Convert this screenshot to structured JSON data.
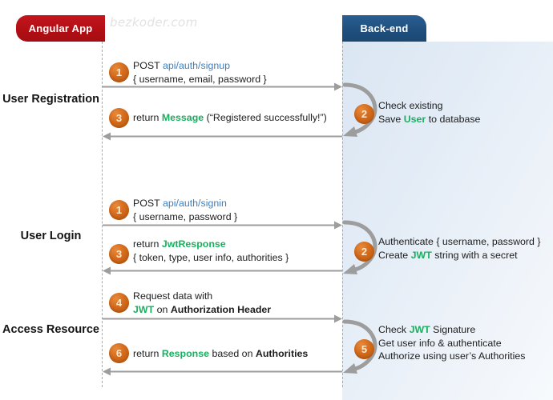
{
  "diagram": {
    "title_left": "Angular App",
    "title_right": "Back-end",
    "watermark": "bezkoder.com",
    "colors": {
      "client_badge": "#b20f15",
      "server_badge": "#1f4f7e",
      "bubble": "#d2691b",
      "api_link": "#3f7fbf",
      "highlight": "#18b05f",
      "arrow": "#9d9d9d",
      "panel": "#dbe6f3"
    },
    "sections": [
      {
        "line1": "User",
        "line2": "Registration"
      },
      {
        "line1": "User",
        "line2": "Login"
      },
      {
        "line1": "Access",
        "line2": "Resource"
      }
    ],
    "steps": [
      {
        "id": "signup-request",
        "number": "1",
        "side": "client",
        "direction": "right",
        "lines": [
          [
            {
              "t": "POST ",
              "s": "plain"
            },
            {
              "t": "api/auth/signup",
              "s": "api"
            }
          ],
          [
            {
              "t": "{ username, email, password }",
              "s": "plain"
            }
          ]
        ]
      },
      {
        "id": "signup-server",
        "number": "2",
        "side": "server",
        "direction": "self",
        "lines": [
          [
            {
              "t": "Check existing",
              "s": "plain"
            }
          ],
          [
            {
              "t": "Save ",
              "s": "plain"
            },
            {
              "t": "User",
              "s": "green"
            },
            {
              "t": " to database",
              "s": "plain"
            }
          ]
        ]
      },
      {
        "id": "signup-response",
        "number": "3",
        "side": "client",
        "direction": "left",
        "lines": [
          [
            {
              "t": "return ",
              "s": "plain"
            },
            {
              "t": "Message",
              "s": "green"
            },
            {
              "t": " (“Registered successfully!”)",
              "s": "plain"
            }
          ]
        ]
      },
      {
        "id": "signin-request",
        "number": "1",
        "side": "client",
        "direction": "right",
        "lines": [
          [
            {
              "t": "POST ",
              "s": "plain"
            },
            {
              "t": "api/auth/signin",
              "s": "api"
            }
          ],
          [
            {
              "t": "{ username, password }",
              "s": "plain"
            }
          ]
        ]
      },
      {
        "id": "signin-server",
        "number": "2",
        "side": "server",
        "direction": "self",
        "lines": [
          [
            {
              "t": "Authenticate { username, password }",
              "s": "plain"
            }
          ],
          [
            {
              "t": "Create ",
              "s": "plain"
            },
            {
              "t": "JWT",
              "s": "green"
            },
            {
              "t": " string with a secret",
              "s": "plain"
            }
          ]
        ]
      },
      {
        "id": "signin-response",
        "number": "3",
        "side": "client",
        "direction": "left",
        "lines": [
          [
            {
              "t": "return ",
              "s": "plain"
            },
            {
              "t": "JwtResponse",
              "s": "green"
            }
          ],
          [
            {
              "t": "{ token, type, user info, authorities }",
              "s": "plain"
            }
          ]
        ]
      },
      {
        "id": "resource-request",
        "number": "4",
        "side": "client",
        "direction": "right",
        "lines": [
          [
            {
              "t": "Request  data with",
              "s": "plain"
            }
          ],
          [
            {
              "t": "JWT",
              "s": "green"
            },
            {
              "t": " on ",
              "s": "plain"
            },
            {
              "t": "Authorization Header",
              "s": "bold"
            }
          ]
        ]
      },
      {
        "id": "resource-server",
        "number": "5",
        "side": "server",
        "direction": "self",
        "lines": [
          [
            {
              "t": "Check ",
              "s": "plain"
            },
            {
              "t": "JWT",
              "s": "green"
            },
            {
              "t": " Signature",
              "s": "plain"
            }
          ],
          [
            {
              "t": "Get user info & authenticate",
              "s": "plain"
            }
          ],
          [
            {
              "t": "Authorize using user’s Authorities",
              "s": "plain"
            }
          ]
        ]
      },
      {
        "id": "resource-response",
        "number": "6",
        "side": "client",
        "direction": "left",
        "lines": [
          [
            {
              "t": "return ",
              "s": "plain"
            },
            {
              "t": "Response",
              "s": "green"
            },
            {
              "t": " based on ",
              "s": "plain"
            },
            {
              "t": "Authorities",
              "s": "bold"
            }
          ]
        ]
      }
    ]
  }
}
